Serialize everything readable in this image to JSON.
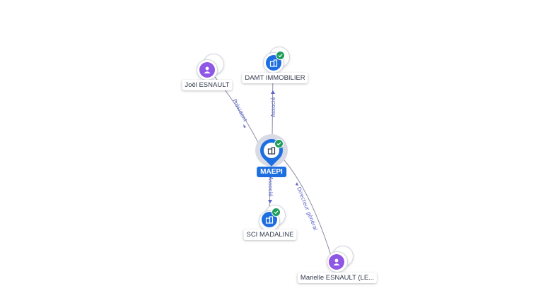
{
  "colors": {
    "person": "#8e57e6",
    "company": "#1d6ee0",
    "verified": "#1e9e5b",
    "edge": "#8a8fa3",
    "edge_label": "#5b63c9"
  },
  "nodes": {
    "main": {
      "label": "MAEPI",
      "icon": "building-icon",
      "verified": true
    },
    "damt": {
      "label": "DAMT IMMOBILIER",
      "icon": "building-icon",
      "verified": true
    },
    "joel": {
      "label": "Joël ESNAULT",
      "icon": "person-icon",
      "verified": false
    },
    "sci": {
      "label": "SCI MADALINE",
      "icon": "building-icon",
      "verified": true
    },
    "marielle": {
      "label": "Marielle ESNAULT (LE...",
      "icon": "person-icon",
      "verified": false
    }
  },
  "edges": {
    "president": "Président",
    "associe_top": "Associé",
    "associe_bottom": "Associé",
    "directeur": "Directeur général"
  }
}
